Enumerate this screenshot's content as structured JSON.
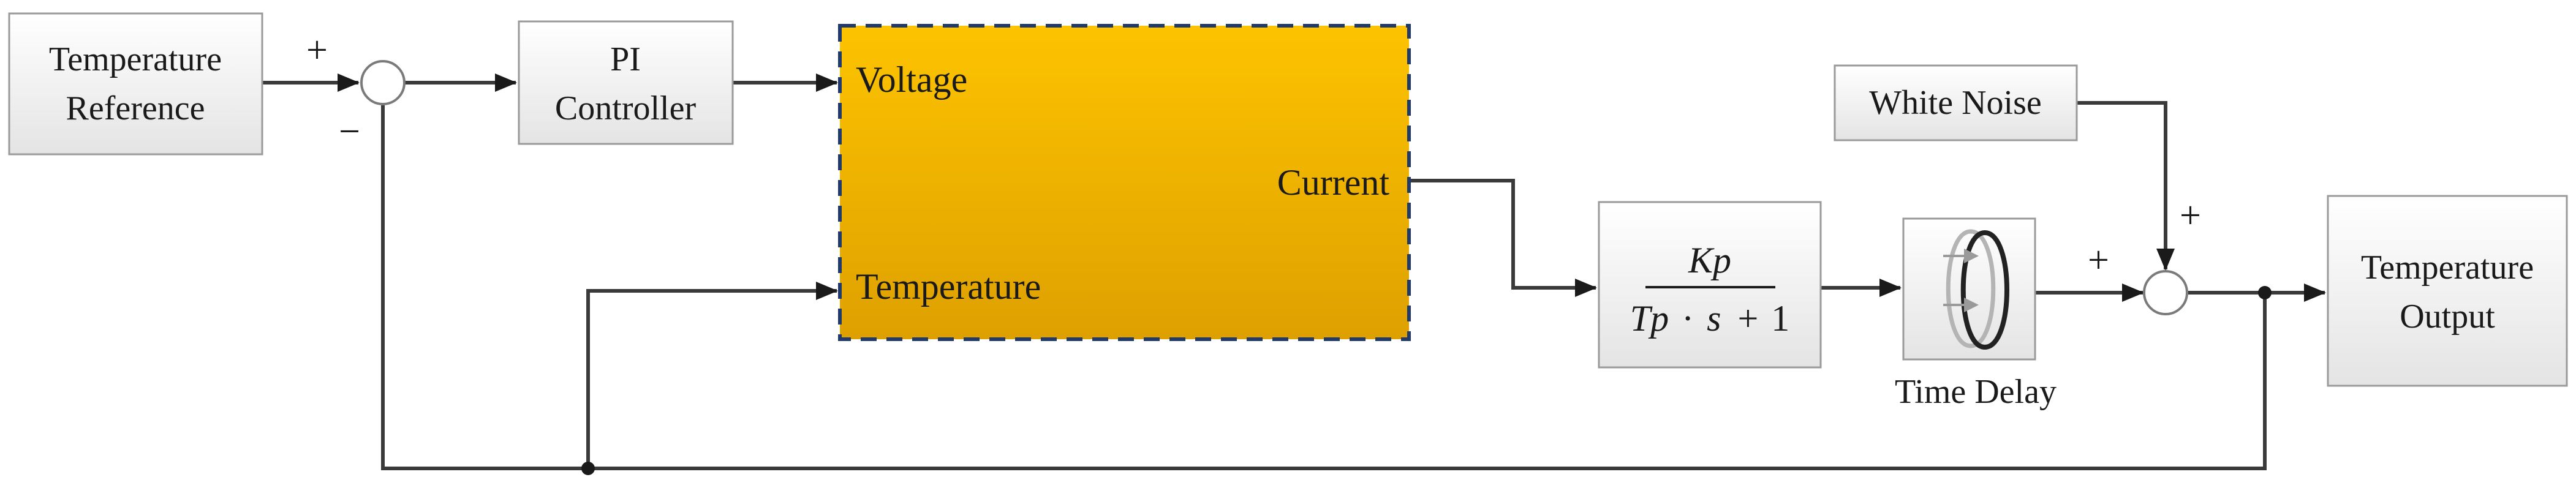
{
  "blocks": {
    "temperature_reference": [
      "Temperature",
      "Reference"
    ],
    "pi_controller": [
      "PI",
      "Controller"
    ],
    "white_noise": "White Noise",
    "temperature_output": [
      "Temperature",
      "Output"
    ],
    "time_delay": "Time Delay"
  },
  "plant": {
    "port_voltage": "Voltage",
    "port_temperature": "Temperature",
    "port_current": "Current",
    "fill_top": "#fdc300",
    "fill_bottom": "#dea000",
    "border": "#1f3a6b"
  },
  "transfer_function": {
    "numerator": "Kp",
    "denominator_tp": "Tp",
    "denominator_dot": "·",
    "denominator_s": "s",
    "denominator_plus": "+",
    "denominator_one": "1"
  },
  "signs": {
    "sum1_plus": "+",
    "sum1_minus": "−",
    "sum2_plus_top": "+",
    "sum2_plus_left": "+"
  }
}
